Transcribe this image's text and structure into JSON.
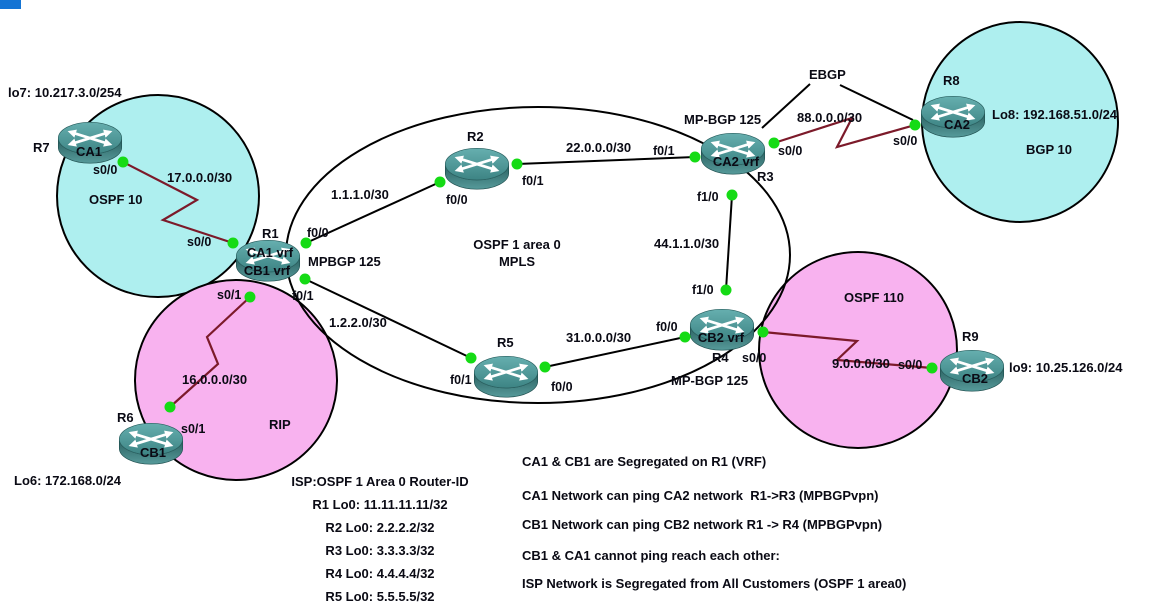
{
  "colors": {
    "zone_cyan": "#AEEFEF",
    "zone_pink": "#F8B2EF",
    "serial_link": "#7C1A2A",
    "ethernet_link": "#000000",
    "interface_dot": "#15DB15",
    "router_teal": "#3F8585"
  },
  "routers": {
    "r1_name": "R1",
    "r1_l1": "CA1 vrf",
    "r1_l2": "CB1 vrf",
    "r1_bgp": "MPBGP 125",
    "r2_name": "R2",
    "r3_name": "R3",
    "r3_label": "CA2 vrf",
    "r3_bgp": "MP-BGP 125",
    "r4_name": "R4",
    "r4_label": "CB2 vrf",
    "r4_bgp": "MP-BGP 125",
    "r5_name": "R5",
    "r6_name": "R6",
    "r6_label": "CB1",
    "r7_name": "R7",
    "r7_label": "CA1",
    "r8_name": "R8",
    "r8_label": "CA2",
    "r9_name": "R9",
    "r9_label": "CB2"
  },
  "loopbacks": {
    "lo7": "lo7: 10.217.3.0/254",
    "lo6": "Lo6: 172.168.0/24",
    "lo8": "Lo8: 192.168.51.0/24",
    "lo9": "lo9: 10.25.126.0/24"
  },
  "zones": {
    "ospf10": "OSPF 10",
    "rip": "RIP",
    "bgp10": "BGP 10",
    "ospf110": "OSPF 110",
    "isp_line1": "OSPF 1 area 0",
    "isp_line2": "MPLS"
  },
  "networks": {
    "n17": "17.0.0.0/30",
    "n111": "1.1.1.0/30",
    "n22": "22.0.0.0/30",
    "n44": "44.1.1.0/30",
    "n122": "1.2.2.0/30",
    "n31": "31.0.0.0/30",
    "n88": "88.0.0.0/30",
    "n9": "9.0.0.0/30",
    "n16": "16.0.0.0/30"
  },
  "annotations": {
    "ebgp": "EBGP"
  },
  "ports": {
    "r7_s00": "s0/0",
    "r1_s00": "s0/0",
    "r1_f00": "f0/0",
    "r1_f01": "f0/1",
    "r1_s01": "s0/1",
    "r2_f00": "f0/0",
    "r2_f01": "f0/1",
    "r3_f01": "f0/1",
    "r3_s00": "s0/0",
    "r3_f10": "f1/0",
    "r4_f10": "f1/0",
    "r4_f00": "f0/0",
    "r4_s00": "s0/0",
    "r5_f01": "f0/1",
    "r5_f00": "f0/0",
    "r6_s01": "s0/1",
    "r8_s00": "s0/0",
    "r9_s00": "s0/0"
  },
  "notes_left": {
    "title": "ISP:OSPF 1 Area 0 Router-ID",
    "lines": [
      "R1 Lo0: 11.11.11.11/32",
      "R2 Lo0: 2.2.2.2/32",
      "R3 Lo0: 3.3.3.3/32",
      "R4 Lo0: 4.4.4.4/32",
      "R5 Lo0: 5.5.5.5/32"
    ]
  },
  "notes_right": {
    "lines": [
      "CA1 & CB1 are Segregated on R1 (VRF)",
      "CA1 Network can ping CA2 network  R1->R3 (MPBGPvpn)",
      "CB1 Network can ping CB2 network R1 -> R4 (MPBGPvpn)",
      "CB1 & CA1 cannot ping reach each other:",
      "ISP Network is Segregated from All Customers (OSPF 1 area0)"
    ]
  }
}
